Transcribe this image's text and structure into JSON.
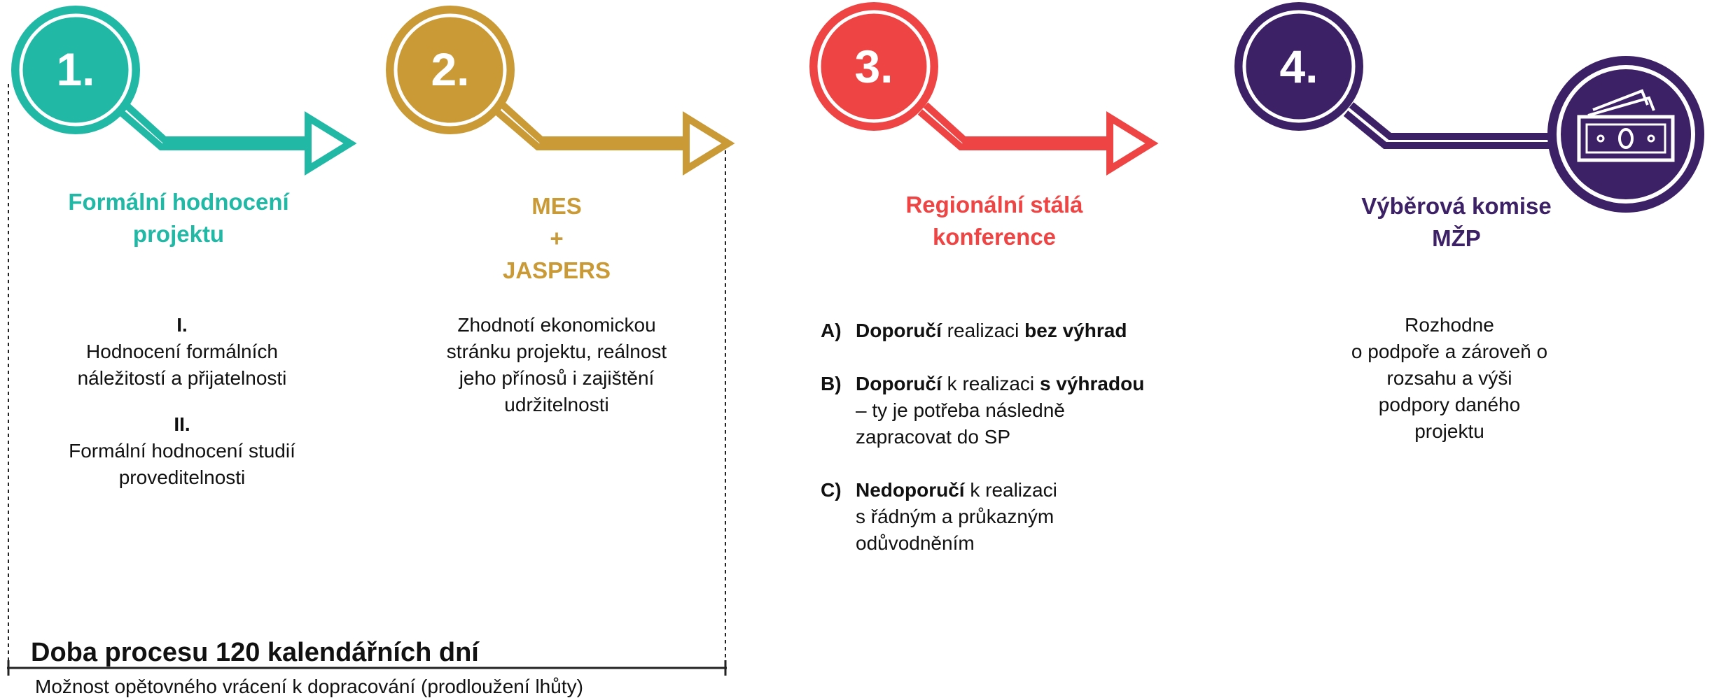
{
  "colors": {
    "step1": "#21b8a6",
    "step2": "#c99a35",
    "step3": "#ee4444",
    "step4": "#3d2166",
    "text": "#111111"
  },
  "steps": [
    {
      "number": "1.",
      "title_lines": [
        "Formální hodnocení",
        "projektu"
      ],
      "description": {
        "part1_heading": "I.",
        "part1_lines": [
          "Hodnocení formálních",
          "náležitostí a přijatelnosti"
        ],
        "part2_heading": "II.",
        "part2_lines": [
          "Formální hodnocení studií",
          "proveditelnosti"
        ]
      }
    },
    {
      "number": "2.",
      "title_lines": [
        "MES",
        "+",
        "JASPERS"
      ],
      "description_lines": [
        "Zhodnotí ekonomickou",
        "stránku projektu, reálnost",
        "jeho přínosů i zajištění",
        "udržitelnosti"
      ]
    },
    {
      "number": "3.",
      "title_lines": [
        "Regionální stálá",
        "konference"
      ],
      "items": [
        {
          "marker": "A)",
          "bold1": "Doporučí",
          "text1": " realizaci ",
          "bold2": "bez výhrad"
        },
        {
          "marker": "B)",
          "bold1": "Doporučí",
          "text1": " k realizaci ",
          "bold2": "s výhradou",
          "line2": "– ty je potřeba následně",
          "line3": "zapracovat do SP"
        },
        {
          "marker": "C)",
          "bold1": "Nedoporučí",
          "text1": " k realizaci",
          "line2": "s řádným a průkazným",
          "line3": "odůvodněním"
        }
      ]
    },
    {
      "number": "4.",
      "title_lines": [
        "Výběrová komise",
        "MŽP"
      ],
      "description_lines": [
        "Rozhodne",
        "o podpoře a zároveň o",
        "rozsahu a výši",
        "podpory daného",
        "projektu"
      ],
      "icon": "money-icon"
    }
  ],
  "process": {
    "duration_label": "Doba procesu 120 kalendářních dní",
    "note": "Možnost opětovného vrácení k dopracování (prodloužení lhůty)"
  }
}
